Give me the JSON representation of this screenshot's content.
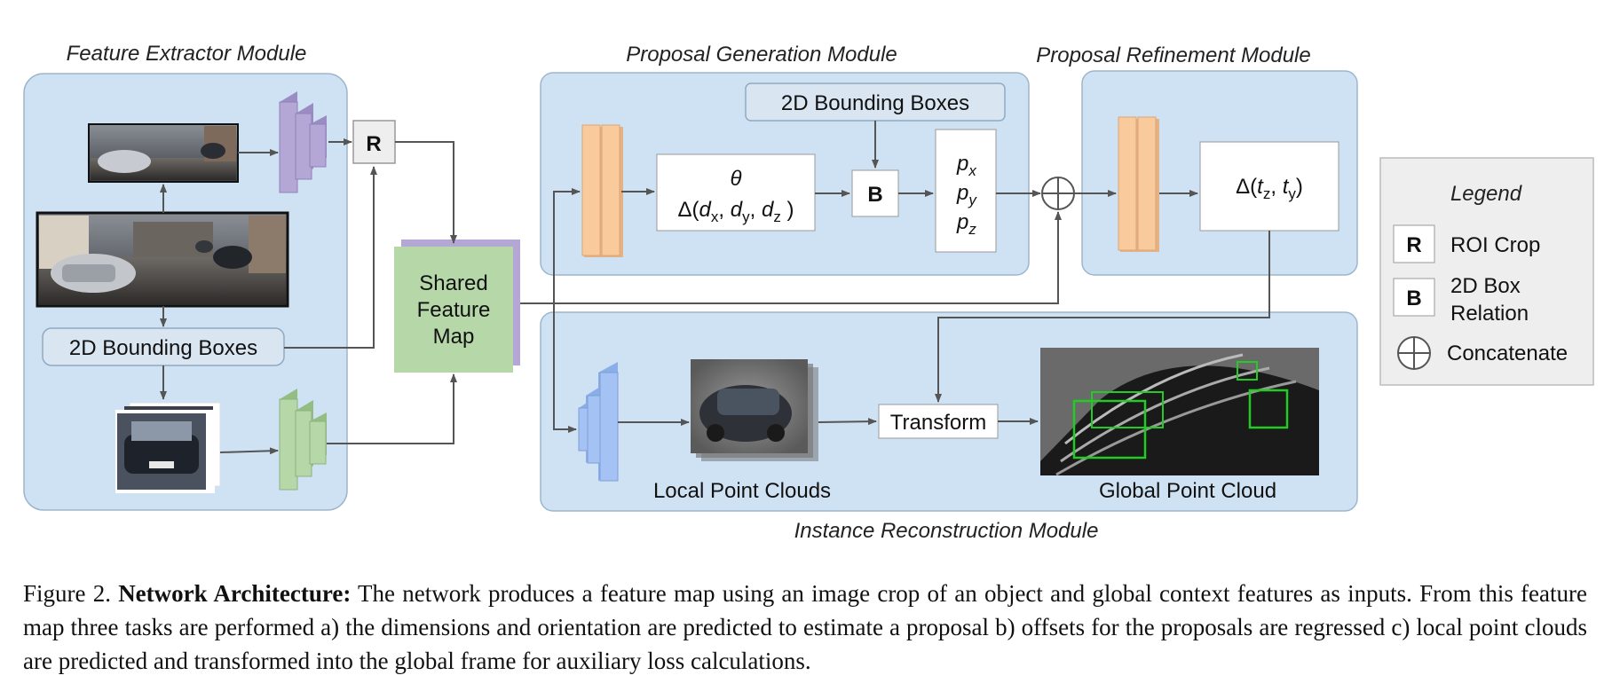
{
  "modules": {
    "feature_extractor": "Feature Extractor Module",
    "proposal_generation": "Proposal Generation Module",
    "proposal_refinement": "Proposal Refinement Module",
    "instance_reconstruction": "Instance Reconstruction Module"
  },
  "nodes": {
    "bbox_left": "2D Bounding Boxes",
    "bbox_top": "2D Bounding Boxes",
    "roi_crop_symbol": "R",
    "box_relation_symbol": "B",
    "shared_map_line1": "Shared",
    "shared_map_line2": "Feature",
    "shared_map_line3": "Map",
    "transform": "Transform",
    "local_point_clouds": "Local Point Clouds",
    "global_point_cloud": "Global Point Cloud"
  },
  "math": {
    "theta": "θ",
    "delta_prefix": "Δ(",
    "d": "d",
    "sub_x": "x",
    "sub_y": "y",
    "sub_z": "z",
    "comma": ", ",
    "close": " )",
    "p": "p",
    "refine_prefix": "Δ(",
    "t": "t",
    "refine_close": ")"
  },
  "legend": {
    "title": "Legend",
    "items": [
      {
        "symbol": "R",
        "label": "ROI Crop"
      },
      {
        "symbol": "B",
        "label_line1": "2D Box",
        "label_line2": "Relation"
      },
      {
        "symbol": "⊕",
        "label": "Concatenate"
      }
    ]
  },
  "caption": {
    "prefix": "Figure 2. ",
    "bold": "Network Architecture:",
    "text": " The network produces a feature map using an image crop of an object and global context features as inputs. From this feature map three tasks are performed a) the dimensions and orientation are predicted to estimate a proposal b) offsets for the proposals are regressed c) local point clouds are predicted and transformed into the global frame for auxiliary loss calculations."
  },
  "colors": {
    "module_fill": "#cfe2f3",
    "module_stroke": "#8faac4",
    "orange": "#f9cb9c",
    "purple": "#b4a7d6",
    "green": "#b6d7a8",
    "blue": "#a4c2f4",
    "arrow": "#555555"
  }
}
